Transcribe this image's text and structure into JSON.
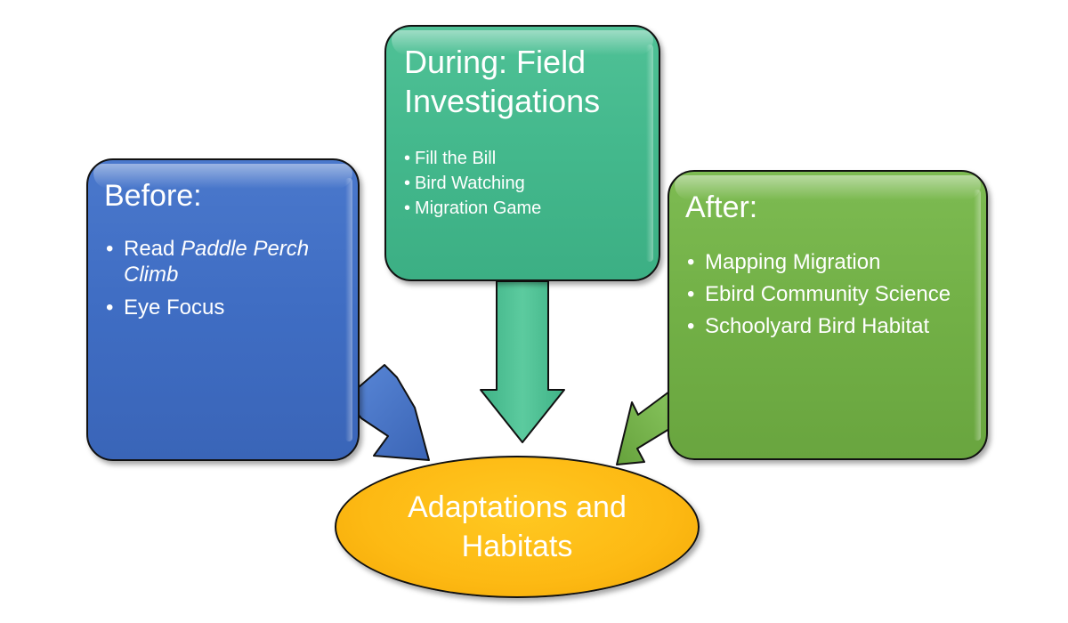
{
  "colors": {
    "before": "#4472C4",
    "during": "#44BA8E",
    "after": "#70AD47",
    "center": "#FFC000",
    "text": "#FFFFFF"
  },
  "before": {
    "title": "Before:",
    "item1_prefix": "Read ",
    "item1_italic": "Paddle Perch Climb",
    "item2": "Eye Focus"
  },
  "during": {
    "title": "During: Field Investigations",
    "items": [
      "Fill the Bill",
      "Bird Watching",
      "Migration Game"
    ]
  },
  "after": {
    "title": "After:",
    "items": [
      "Mapping Migration",
      "Ebird Community Science",
      "Schoolyard Bird Habitat"
    ]
  },
  "center": {
    "label": "Adaptations and Habitats"
  }
}
